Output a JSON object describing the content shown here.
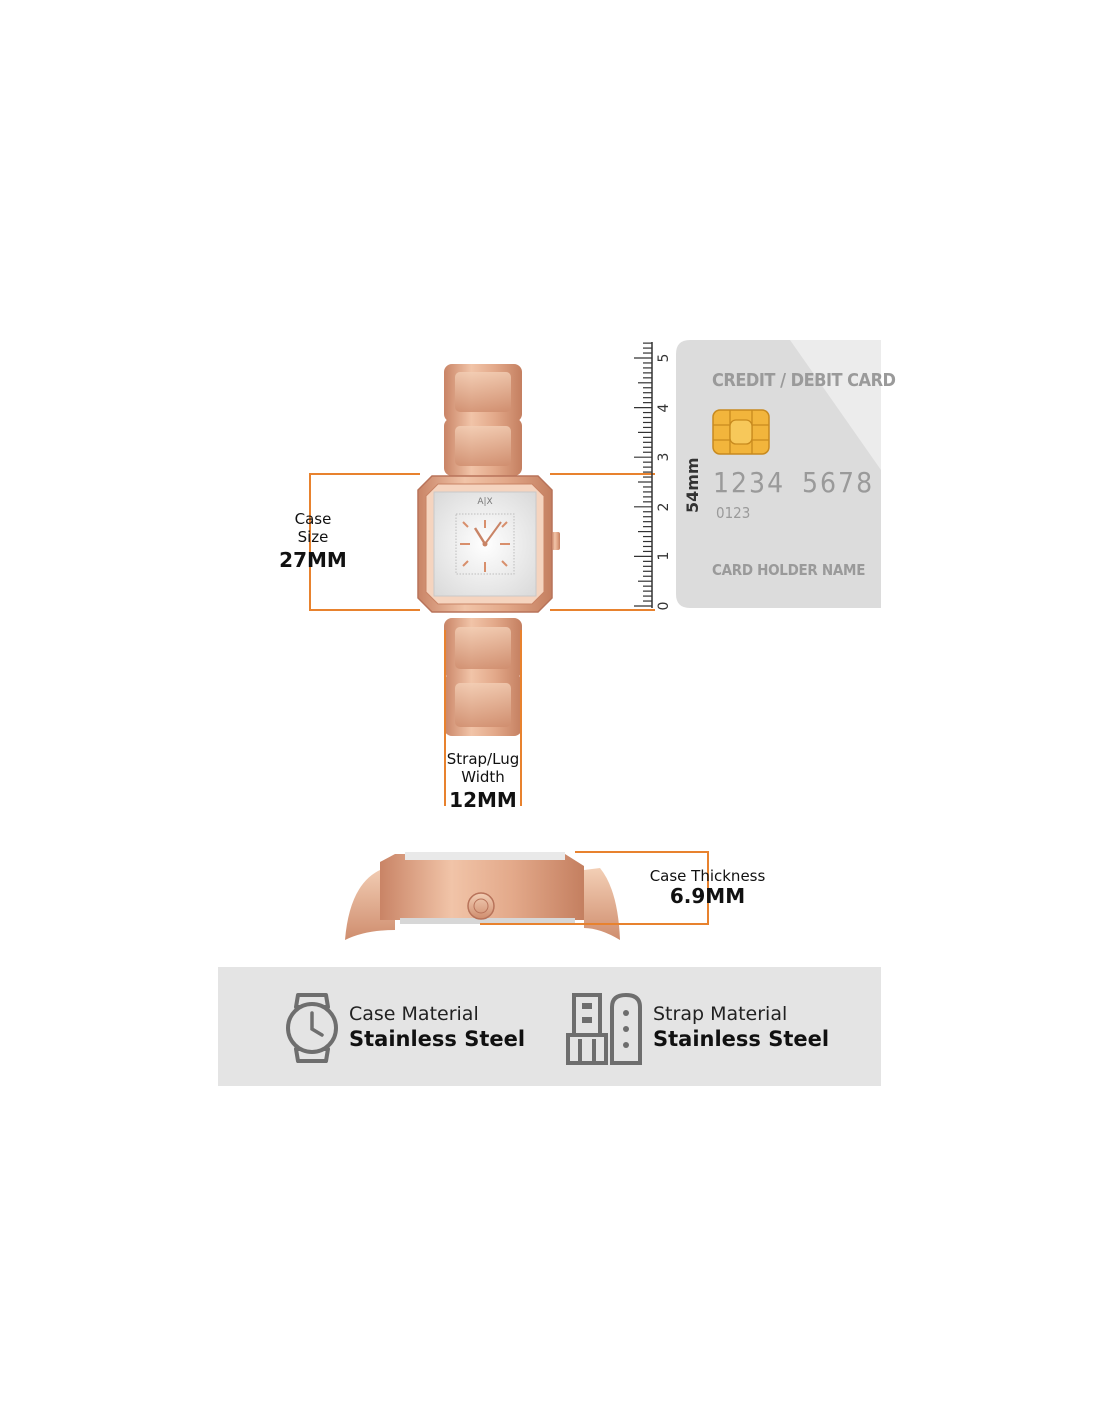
{
  "dimensions": {
    "case_size": {
      "label_line1": "Case",
      "label_line2": "Size",
      "value": "27MM"
    },
    "strap_width": {
      "label_line1": "Strap/Lug",
      "label_line2": "Width",
      "value": "12MM"
    },
    "case_thickness": {
      "label": "Case Thickness",
      "value": "6.9MM"
    }
  },
  "ruler": {
    "ticks": [
      "0",
      "1",
      "2",
      "3",
      "4",
      "5"
    ],
    "length_label": "54mm"
  },
  "card": {
    "title": "CREDIT / DEBIT CARD",
    "number_part1": "1234",
    "number_part2": "5678",
    "number_small": "0123",
    "holder": "CARD HOLDER NAME"
  },
  "dial": {
    "brand": "A|X"
  },
  "features": [
    {
      "title": "Case Material",
      "value": "Stainless Steel",
      "icon": "watch-icon"
    },
    {
      "title": "Strap Material",
      "value": "Stainless Steel",
      "icon": "strap-icon"
    }
  ],
  "colors": {
    "accent_orange": "#e8822e",
    "rose_gold": "#e2a98a",
    "panel_gray": "#e4e4e4",
    "icon_gray": "#6e6e6e"
  }
}
